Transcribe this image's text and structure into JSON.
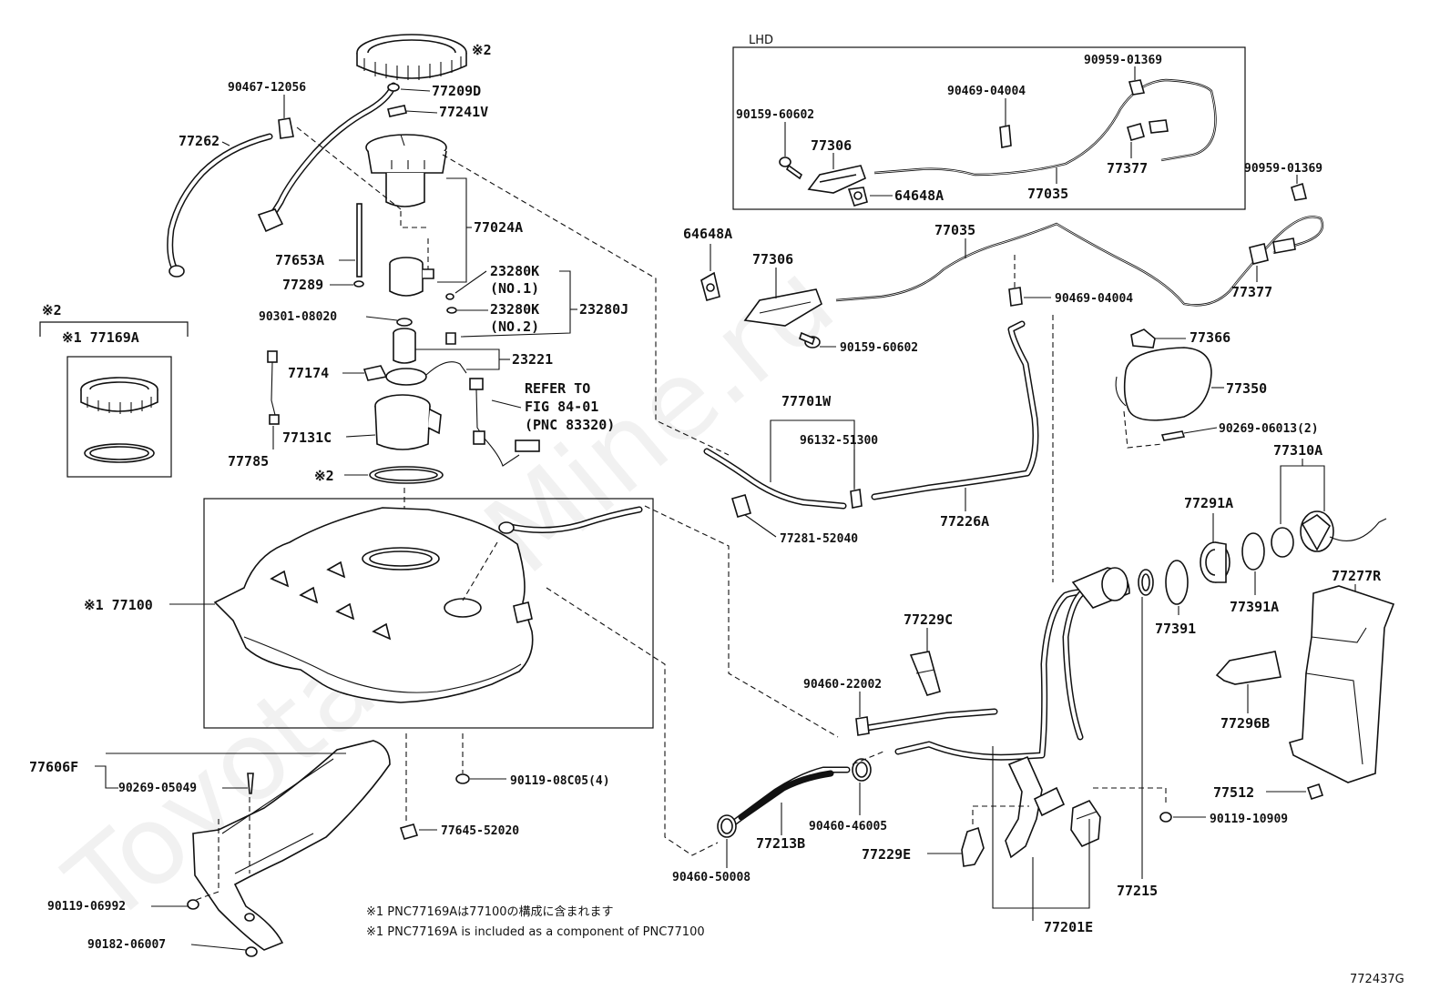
{
  "watermark": "ToyotaCarMine.ru",
  "figure_code": "772437G",
  "lhd_label": "LHD",
  "notes": {
    "jp": "※1 PNC77169Aは77100の構成に含まれます",
    "en": "※1 PNC77169A is included as a component of PNC77100"
  },
  "refer": {
    "line1": "REFER TO",
    "line2": "FIG 84-01",
    "line3": "(PNC 83320)"
  },
  "box_77169a": {
    "top_mark": "※2",
    "label": "※1 77169A"
  },
  "labels": {
    "mark2_top": "※2",
    "p90467_12056": "90467-12056",
    "p77209D": "77209D",
    "p77241V": "77241V",
    "p77262": "77262",
    "p77024A": "77024A",
    "p77653A": "77653A",
    "p77289": "77289",
    "p23280K_1": "23280K",
    "no1": "(NO.1)",
    "p23280K_2": "23280K",
    "no2": "(NO.2)",
    "p23280J": "23280J",
    "p90301_08020": "90301-08020",
    "p23221": "23221",
    "p77174": "77174",
    "p77131C": "77131C",
    "p77785": "77785",
    "mark2_gasket": "※2",
    "p77100": "※1 77100",
    "p77606F": "77606F",
    "p90269_05049": "90269-05049",
    "p90119_08C05": "90119-08C05(4)",
    "p77645_52020": "77645-52020",
    "p90119_06992": "90119-06992",
    "p90182_06007": "90182-06007",
    "p90959_01369_lhd": "90959-01369",
    "p90469_04004_lhd": "90469-04004",
    "p90159_60602_lhd": "90159-60602",
    "p77306_lhd": "77306",
    "p77377_lhd": "77377",
    "p64648A_lhd": "64648A",
    "p77035_lhd": "77035",
    "p64648A": "64648A",
    "p77035": "77035",
    "p90959_01369": "90959-01369",
    "p77306": "77306",
    "p77377": "77377",
    "p90469_04004": "90469-04004",
    "p90159_60602": "90159-60602",
    "p77366": "77366",
    "p77350": "77350",
    "p90269_06013": "90269-06013(2)",
    "p77310A": "77310A",
    "p77701W": "77701W",
    "p96132_51300": "96132-51300",
    "p77281_52040": "77281-52040",
    "p77226A": "77226A",
    "p77291A": "77291A",
    "p77391": "77391",
    "p77391A": "77391A",
    "p77277R": "77277R",
    "p77229C": "77229C",
    "p90460_22002": "90460-22002",
    "p77296B": "77296B",
    "p77512": "77512",
    "p90460_46005": "90460-46005",
    "p77213B": "77213B",
    "p77229E": "77229E",
    "p90119_10909": "90119-10909",
    "p90460_50008": "90460-50008",
    "p77215": "77215",
    "p77201E": "77201E"
  }
}
